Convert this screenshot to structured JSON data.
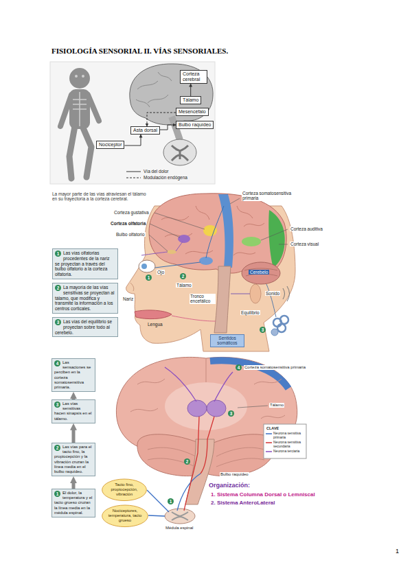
{
  "diagram": {
    "title": "FISIOLOGÍA SENSORIAL II. VÍAS SENSORIALES.",
    "nodes": [
      {
        "text": [
          "Corteza cerebral"
        ]
      },
      {
        "text": [
          "Tálamo"
        ]
      },
      {
        "text": [
          "Mesencéfalo"
        ]
      },
      {
        "text": [
          "Bulbo raquídeo"
        ]
      },
      {
        "text": [
          "Asta dorsal"
        ]
      },
      {
        "text": [
          "Nociceptor"
        ]
      },
      {
        "text": [
          "1",
          "Las vías olfatorias procedentes de la nariz se proyectan a través del bulbo olfatorio a la corteza olfatoria."
        ]
      },
      {
        "text": [
          "2",
          "La mayoría de las vías sensitivas se proyectan al tálamo, que modifica y transmite la información a los centros corticales."
        ]
      },
      {
        "text": [
          "3",
          "Las vías del equilibrio se proyectan sobre todo al cerebelo."
        ]
      },
      {
        "text": [
          "Sentidos somáticos"
        ]
      },
      {
        "text": [
          "4",
          "Las sensaciones se perciben en la corteza somatosensitiva primaria."
        ]
      },
      {
        "text": [
          "3",
          "Las vías sensitivas hacen sinapsis en el tálamo."
        ]
      },
      {
        "text": [
          "2",
          "Las vías para el tacto fino, la propiocepción y la vibración cruzan la línea media en el bulbo raquídeo."
        ]
      },
      {
        "text": [
          "Tacto fino, propiocepción, vibración"
        ]
      },
      {
        "text": [
          "1",
          "El dolor, la temperatura y el tacto grueso cruzan la línea media en la médula espinal."
        ]
      },
      {
        "text": [
          "Nociceptores, temperatura, tacto grueso"
        ]
      }
    ],
    "edges": [
      {
        "from": 5,
        "to": 4,
        "arrow": "to"
      },
      {
        "from": 1,
        "to": 0,
        "arrow": "to"
      },
      {
        "from": 2,
        "to": 4,
        "arrow": "to"
      },
      {
        "from": 4,
        "to": 3,
        "arrow": "to"
      },
      {
        "from": 14,
        "to": 12,
        "arrow": "to"
      },
      {
        "from": 12,
        "to": 11,
        "arrow": "to"
      },
      {
        "from": 11,
        "to": 10,
        "arrow": "to"
      }
    ],
    "labels": [
      "La mayor parte de las vías atraviesan el tálamo en su trayectoria a la corteza cerebral.",
      "Corteza gustativa",
      "Corteza olfatoria",
      "Bulbo olfatorio",
      "Corteza somatosensitiva primaria",
      "Corteza auditiva",
      "Corteza visual",
      "Cerebelo",
      "Ojo",
      "Nariz",
      "Tálamo",
      "Tronco encefálico",
      "Sonido",
      "Equilibrio",
      "Lengua",
      "1",
      "2",
      "3",
      "Corteza somatosensitiva primaria",
      "Tálamo",
      "Bulbo raquídeo",
      "Médula espinal",
      "4",
      "3",
      "2",
      "1",
      "CLAVE",
      "Organización:",
      "1. Sistema Columna Dorsal o Lemniscal",
      "2. Sistema AnteroLateral",
      "1"
    ],
    "legend": [
      {
        "text": "Vía del dolor"
      },
      {
        "text": "Modulación endógena"
      },
      {
        "text": "Neurona sensitiva primaria"
      },
      {
        "text": "Neurona sensitiva secundaria"
      },
      {
        "text": "Neurona terciaria"
      }
    ]
  }
}
